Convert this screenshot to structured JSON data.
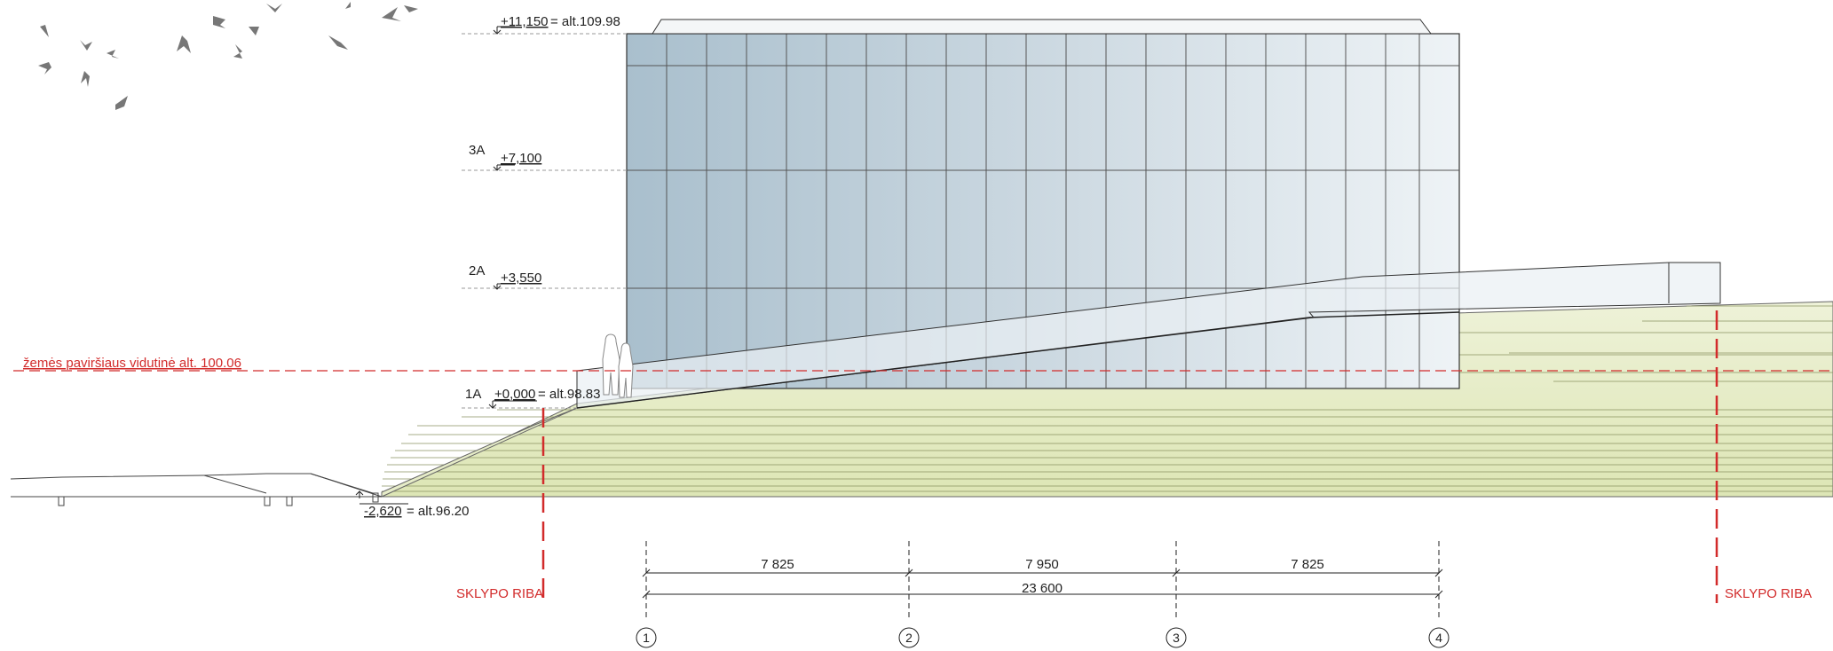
{
  "levels": [
    {
      "id": "roof",
      "floor": "",
      "mark": "+11,150",
      "alt": "= alt.109.98"
    },
    {
      "id": "3a",
      "floor": "3A",
      "mark": "+7,100",
      "alt": ""
    },
    {
      "id": "2a",
      "floor": "2A",
      "mark": "+3,550",
      "alt": ""
    },
    {
      "id": "1a",
      "floor": "1A",
      "mark": "+0,000",
      "alt": "= alt.98.83"
    }
  ],
  "ground_level": {
    "mark": "-2,620",
    "alt": "= alt.96.20"
  },
  "average_ground": "žemės paviršiaus vidutinė alt. 100.06",
  "plot_boundary_labels": [
    "SKLYPO RIBA",
    "SKLYPO RIBA"
  ],
  "dimensions": {
    "spans": [
      "7 825",
      "7 950",
      "7 825"
    ],
    "total": "23 600"
  },
  "axes": [
    "1",
    "2",
    "3",
    "4"
  ],
  "colors": {
    "red": "#d22b2b",
    "glass_dark": "#a9bfcd",
    "glass_light": "#eef3f6",
    "ground": "#e4ebc2"
  }
}
